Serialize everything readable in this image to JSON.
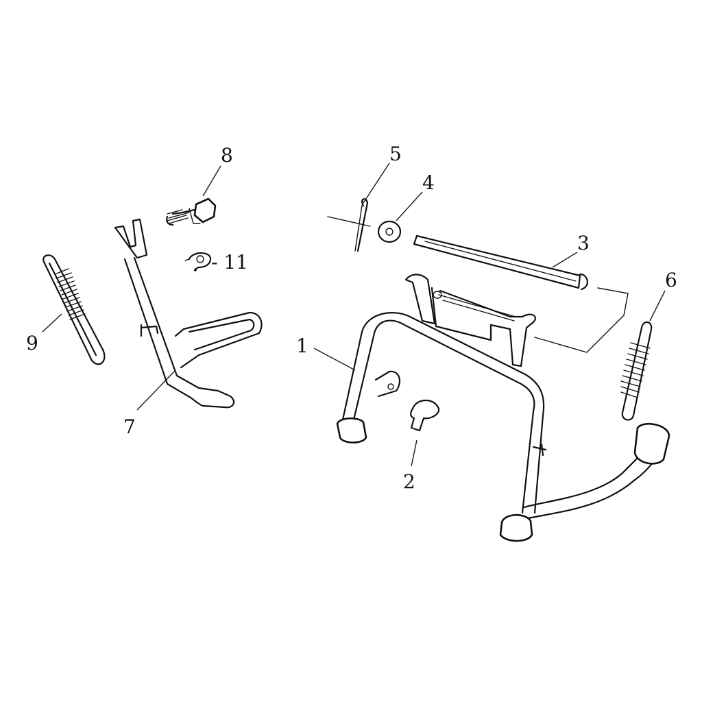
{
  "callouts": {
    "c1": "1",
    "c2": "2",
    "c3": "3",
    "c4": "4",
    "c5": "5",
    "c6": "6",
    "c7": "7",
    "c8": "8",
    "c9": "9",
    "c11": "- 11"
  }
}
